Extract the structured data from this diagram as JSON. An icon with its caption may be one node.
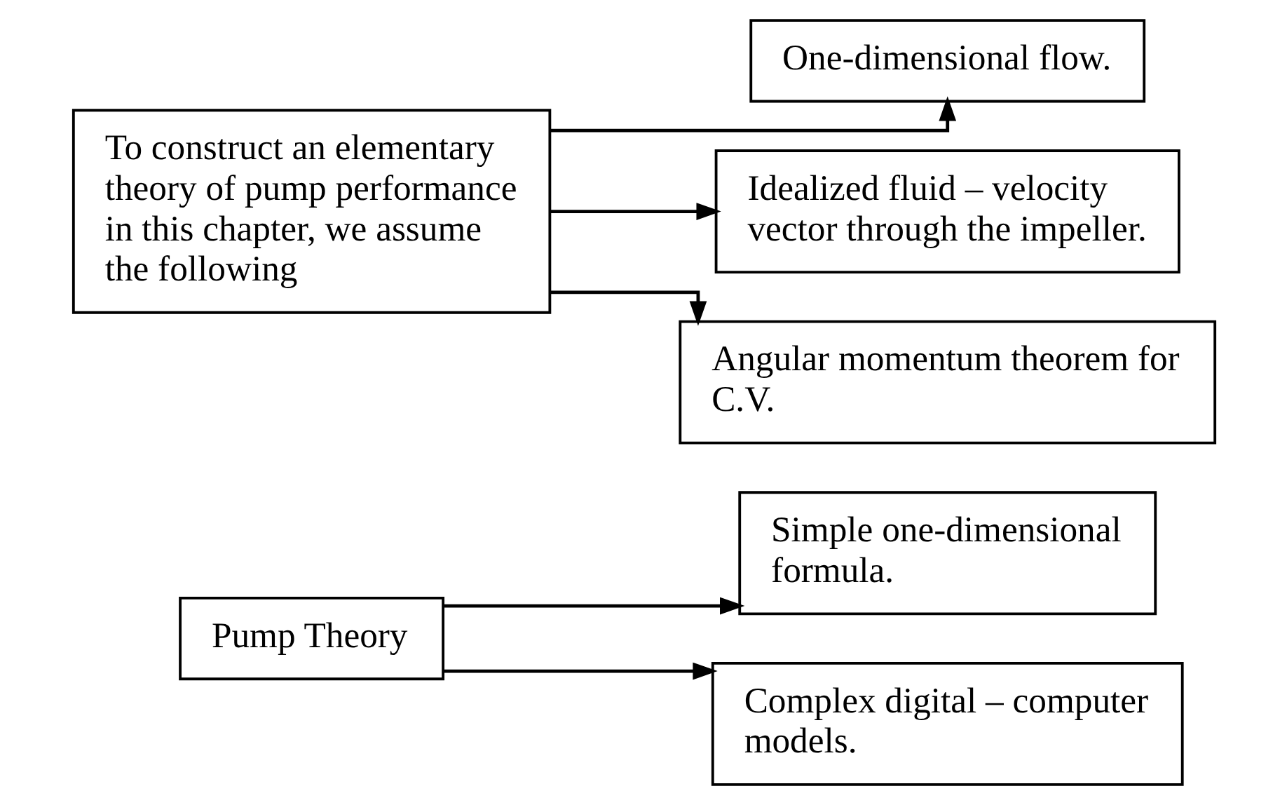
{
  "diagram": {
    "nodes": [
      {
        "text": [
          "Pump Theory"
        ]
      },
      {
        "text": [
          "Simple one-dimensional formula."
        ]
      },
      {
        "text": [
          "Complex digital – computer models."
        ]
      },
      {
        "text": [
          "To construct an elementary theory of pump performance in this chapter, we assume the following"
        ]
      },
      {
        "text": [
          "One-dimensional flow."
        ]
      },
      {
        "text": [
          "Idealized fluid – velocity vector through the impeller."
        ]
      },
      {
        "text": [
          "Angular momentum theorem for C.V."
        ]
      }
    ],
    "edges": [
      {
        "from": 0,
        "to": 1,
        "arrow": "to"
      },
      {
        "from": 0,
        "to": 2,
        "arrow": "to"
      },
      {
        "from": 3,
        "to": 4,
        "arrow": "to"
      },
      {
        "from": 3,
        "to": 5,
        "arrow": "to"
      },
      {
        "from": 3,
        "to": 6,
        "arrow": "to"
      }
    ]
  }
}
